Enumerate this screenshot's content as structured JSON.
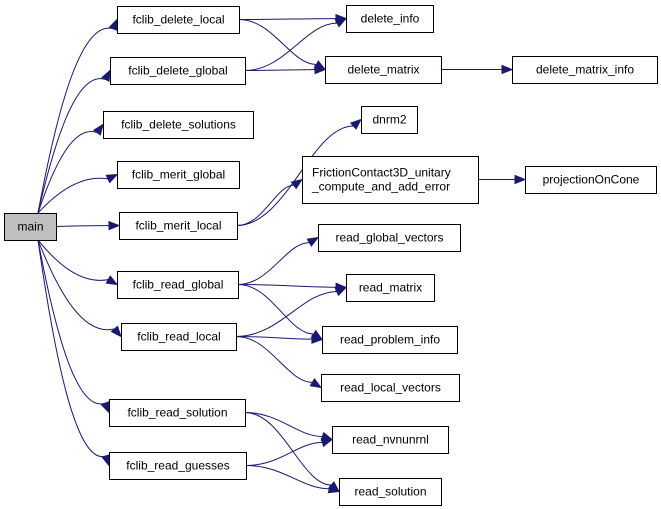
{
  "colors": {
    "edge": "#191970",
    "root_fill": "#bfbfbf",
    "node_fill": "#ffffff",
    "border": "#000000"
  },
  "nodes": [
    {
      "id": "main",
      "lines": [
        "main"
      ]
    },
    {
      "id": "fclib_delete_local",
      "lines": [
        "fclib_delete_local"
      ]
    },
    {
      "id": "fclib_delete_global",
      "lines": [
        "fclib_delete_global"
      ]
    },
    {
      "id": "fclib_delete_solutions",
      "lines": [
        "fclib_delete_solutions"
      ]
    },
    {
      "id": "fclib_merit_global",
      "lines": [
        "fclib_merit_global"
      ]
    },
    {
      "id": "fclib_merit_local",
      "lines": [
        "fclib_merit_local"
      ]
    },
    {
      "id": "fclib_read_global",
      "lines": [
        "fclib_read_global"
      ]
    },
    {
      "id": "fclib_read_local",
      "lines": [
        "fclib_read_local"
      ]
    },
    {
      "id": "fclib_read_solution",
      "lines": [
        "fclib_read_solution"
      ]
    },
    {
      "id": "fclib_read_guesses",
      "lines": [
        "fclib_read_guesses"
      ]
    },
    {
      "id": "delete_info",
      "lines": [
        "delete_info"
      ]
    },
    {
      "id": "delete_matrix",
      "lines": [
        "delete_matrix"
      ]
    },
    {
      "id": "delete_matrix_info",
      "lines": [
        "delete_matrix_info"
      ]
    },
    {
      "id": "dnrm2",
      "lines": [
        "dnrm2"
      ]
    },
    {
      "id": "fc3d_error",
      "lines": [
        "FrictionContact3D_unitary",
        "_compute_and_add_error"
      ]
    },
    {
      "id": "projectionOnCone",
      "lines": [
        "projectionOnCone"
      ]
    },
    {
      "id": "read_global_vectors",
      "lines": [
        "read_global_vectors"
      ]
    },
    {
      "id": "read_matrix",
      "lines": [
        "read_matrix"
      ]
    },
    {
      "id": "read_problem_info",
      "lines": [
        "read_problem_info"
      ]
    },
    {
      "id": "read_local_vectors",
      "lines": [
        "read_local_vectors"
      ]
    },
    {
      "id": "read_nvnunrnl",
      "lines": [
        "read_nvnunrnl"
      ]
    },
    {
      "id": "read_solution",
      "lines": [
        "read_solution"
      ]
    }
  ],
  "edges": [
    [
      "main",
      "fclib_delete_local"
    ],
    [
      "main",
      "fclib_delete_global"
    ],
    [
      "main",
      "fclib_delete_solutions"
    ],
    [
      "main",
      "fclib_merit_global"
    ],
    [
      "main",
      "fclib_merit_local"
    ],
    [
      "main",
      "fclib_read_global"
    ],
    [
      "main",
      "fclib_read_local"
    ],
    [
      "main",
      "fclib_read_solution"
    ],
    [
      "main",
      "fclib_read_guesses"
    ],
    [
      "fclib_delete_local",
      "delete_info"
    ],
    [
      "fclib_delete_local",
      "delete_matrix"
    ],
    [
      "fclib_delete_global",
      "delete_info"
    ],
    [
      "fclib_delete_global",
      "delete_matrix"
    ],
    [
      "delete_matrix",
      "delete_matrix_info"
    ],
    [
      "fclib_merit_local",
      "dnrm2"
    ],
    [
      "fclib_merit_local",
      "fc3d_error"
    ],
    [
      "fc3d_error",
      "projectionOnCone"
    ],
    [
      "fclib_read_global",
      "read_global_vectors"
    ],
    [
      "fclib_read_global",
      "read_matrix"
    ],
    [
      "fclib_read_global",
      "read_problem_info"
    ],
    [
      "fclib_read_local",
      "read_matrix"
    ],
    [
      "fclib_read_local",
      "read_problem_info"
    ],
    [
      "fclib_read_local",
      "read_local_vectors"
    ],
    [
      "fclib_read_solution",
      "read_nvnunrnl"
    ],
    [
      "fclib_read_solution",
      "read_solution"
    ],
    [
      "fclib_read_guesses",
      "read_nvnunrnl"
    ],
    [
      "fclib_read_guesses",
      "read_solution"
    ]
  ]
}
